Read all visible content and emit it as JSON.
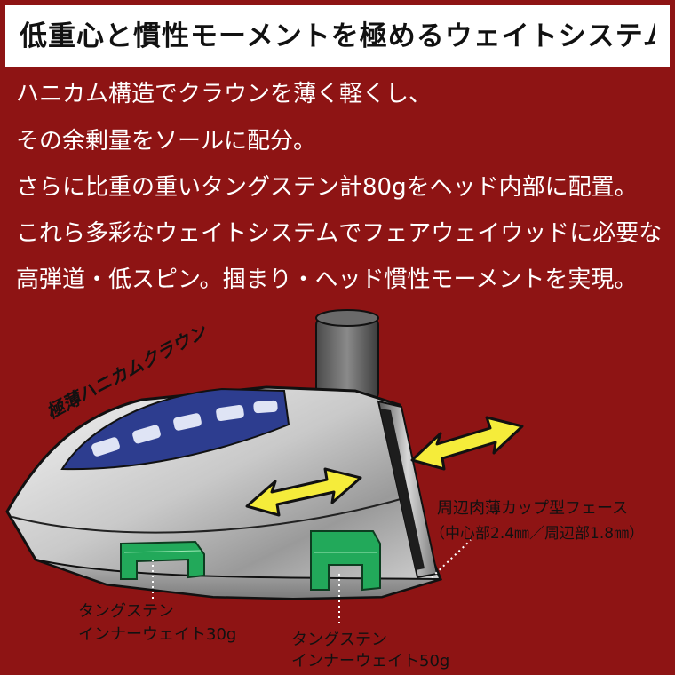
{
  "title": "低重心と慣性モーメントを極めるウェイトシステム",
  "description_lines": [
    "ハニカム構造でクラウンを薄く軽くし、",
    "その余剰量をソールに配分。",
    "さらに比重の重いタングステン計80gをヘッド内部に配置。",
    "これら多彩なウェイトシステムでフェアウェイウッドに必要な",
    "高弾道・低スピン。掴まり・ヘッド慣性モーメントを実現。"
  ],
  "labels": {
    "crown": "極薄ハニカムクラウン",
    "face_line_1": "周辺肉薄カップ型フェース",
    "face_line_2": "（中心部2.4㎜／周辺部1.8㎜）",
    "weight_30_line_1": "タングステン",
    "weight_30_line_2": "インナーウェイト30g",
    "weight_50_line_1": "タングステン",
    "weight_50_line_2": "インナーウェイト50g"
  },
  "colors": {
    "background": "#8e1414",
    "header_bg": "#ffffff",
    "arrow": "#f5ec3a",
    "weight": "#22a95a",
    "crown_honeycomb": "#2d3d8f"
  }
}
